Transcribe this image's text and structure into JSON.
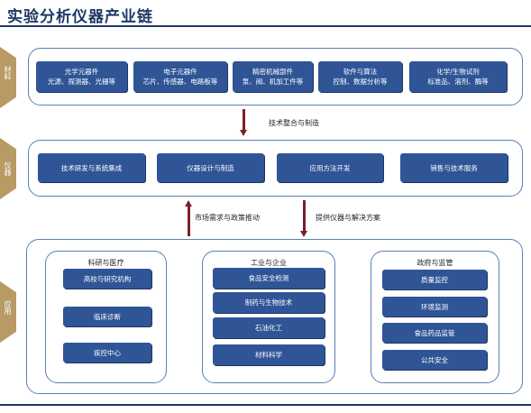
{
  "title": "实验分析仪器产业链",
  "side_labels": {
    "upstream": "材料",
    "midstream": "仪器",
    "downstream": "应用"
  },
  "upstream_items": [
    "光学元器件\n光源、探测器、光栅等",
    "电子元器件\n芯片、传感器、电路板等",
    "精密机械部件\n泵、阀、机加工件等",
    "软件与算法\n控制、数据分析等",
    "化学/生物试剂\n标准品、溶剂、酶等"
  ],
  "arrow_labels": {
    "integration": "技术整合与制造",
    "demand": "市场需求与政策推动",
    "supply": "提供仪器与解决方案"
  },
  "midstream_items": [
    "技术研发与系统集成",
    "仪器设计与制造",
    "应用方法开发",
    "销售与技术服务"
  ],
  "downstream_groups": [
    {
      "title": "科研与医疗",
      "items": [
        "高校与研究机构",
        "临床诊断",
        "疾控中心"
      ]
    },
    {
      "title": "工业与企业",
      "items": [
        "食品安全检测",
        "制药与生物技术",
        "石油化工",
        "材料科学"
      ]
    },
    {
      "title": "政府与监管",
      "items": [
        "质量监控",
        "环境监测",
        "食品药品监管",
        "公共安全"
      ]
    }
  ]
}
